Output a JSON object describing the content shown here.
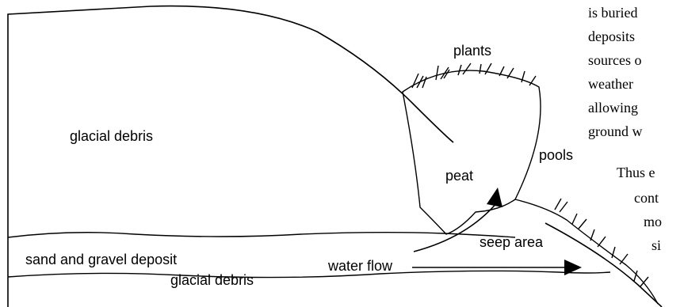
{
  "diagram": {
    "labels": {
      "glacial_debris_top": "glacial debris",
      "sand_gravel": "sand and gravel deposit",
      "glacial_debris_bottom": "glacial debris",
      "plants": "plants",
      "peat": "peat",
      "pools": "pools",
      "water_flow": "water flow",
      "seep_area": "seep area"
    },
    "side_text": [
      "is buried",
      "deposits",
      "sources o",
      "weather",
      "allowing",
      "ground w",
      "Thus e",
      "cont",
      "mo",
      "si"
    ]
  }
}
